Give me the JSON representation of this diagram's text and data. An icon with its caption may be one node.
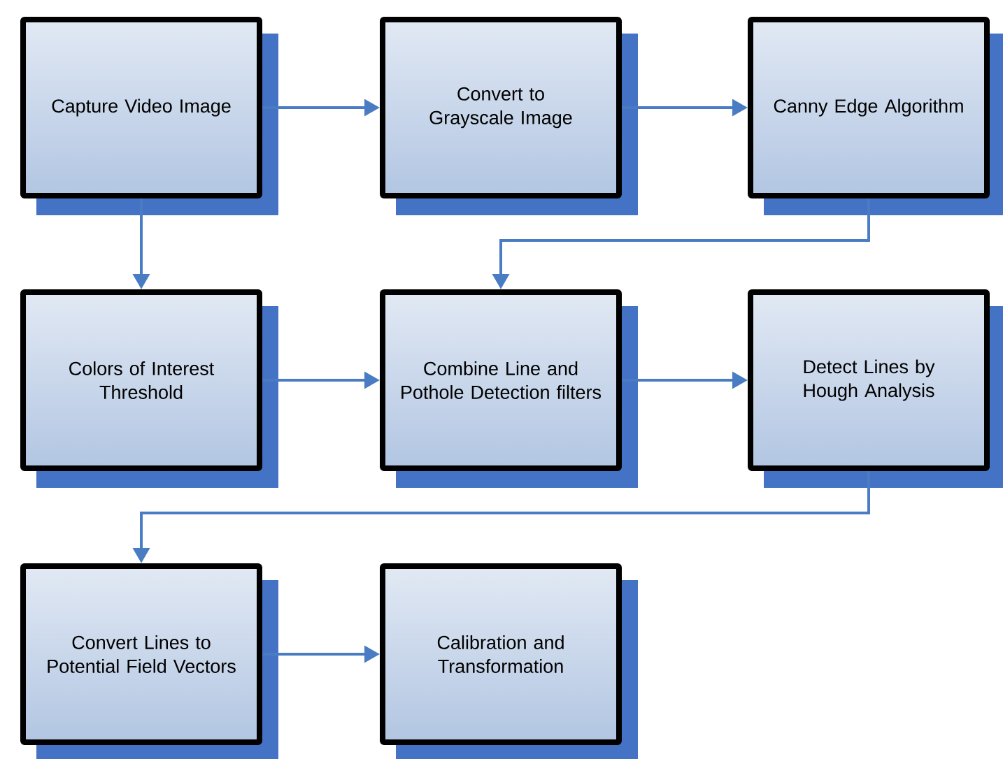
{
  "diagram": {
    "nodes": [
      {
        "text": [
          "Capture Video Image"
        ]
      },
      {
        "text": [
          "Convert to Grayscale Image"
        ]
      },
      {
        "text": [
          "Canny Edge Algorithm"
        ]
      },
      {
        "text": [
          "Colors of Interest Threshold"
        ]
      },
      {
        "text": [
          "Combine Line and Pothole Detection filters"
        ]
      },
      {
        "text": [
          "Detect Lines by Hough Analysis"
        ]
      },
      {
        "text": [
          "Convert Lines to Potential Field Vectors"
        ]
      },
      {
        "text": [
          "Calibration and Transformation"
        ]
      }
    ],
    "edges": [
      {
        "from": 0,
        "to": 1,
        "arrow": "to"
      },
      {
        "from": 1,
        "to": 2,
        "arrow": "to"
      },
      {
        "from": 0,
        "to": 3,
        "arrow": "to"
      },
      {
        "from": 2,
        "to": 4,
        "arrow": "to"
      },
      {
        "from": 3,
        "to": 4,
        "arrow": "to"
      },
      {
        "from": 4,
        "to": 5,
        "arrow": "to"
      },
      {
        "from": 5,
        "to": 6,
        "arrow": "to"
      },
      {
        "from": 6,
        "to": 7,
        "arrow": "to"
      }
    ]
  }
}
